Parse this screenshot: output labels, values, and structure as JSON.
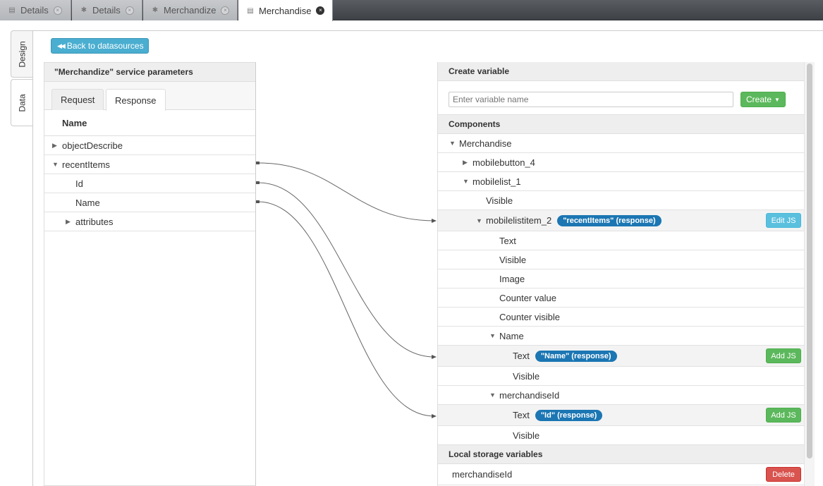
{
  "tabs": [
    {
      "label": "Details",
      "icon": "page-icon"
    },
    {
      "label": "Details",
      "icon": "gear-icon"
    },
    {
      "label": "Merchandize",
      "icon": "gear-icon"
    },
    {
      "label": "Merchandise",
      "icon": "page-icon",
      "active": true
    }
  ],
  "side_tabs": {
    "design": "Design",
    "data": "Data"
  },
  "back_button": "Back to datasources",
  "left_panel": {
    "title": "\"Merchandize\" service parameters",
    "tabs": {
      "request": "Request",
      "response": "Response"
    },
    "column_header": "Name",
    "rows": [
      "objectDescribe",
      "recentItems",
      "Id",
      "Name",
      "attributes"
    ]
  },
  "right_panel": {
    "create_variable_title": "Create variable",
    "variable_placeholder": "Enter variable name",
    "create_button": "Create",
    "components_title": "Components",
    "tree": {
      "merchandise": "Merchandise",
      "mobilebutton_4": "mobilebutton_4",
      "mobilelist_1": "mobilelist_1",
      "visible_1": "Visible",
      "mobilelistitem_2": "mobilelistitem_2",
      "mobilelistitem_binding": "\"recentItems\" (response)",
      "edit_js": "Edit JS",
      "text_1": "Text",
      "visible_2": "Visible",
      "image": "Image",
      "counter_value": "Counter value",
      "counter_visible": "Counter visible",
      "name_group": "Name",
      "name_text": "Text",
      "name_binding": "\"Name\" (response)",
      "add_js_1": "Add JS",
      "name_visible": "Visible",
      "merchandiseid_group": "merchandiseId",
      "id_text": "Text",
      "id_binding": "\"Id\" (response)",
      "add_js_2": "Add JS",
      "id_visible": "Visible"
    },
    "local_storage_title": "Local storage variables",
    "local_var": "merchandiseId",
    "delete_button": "Delete"
  }
}
